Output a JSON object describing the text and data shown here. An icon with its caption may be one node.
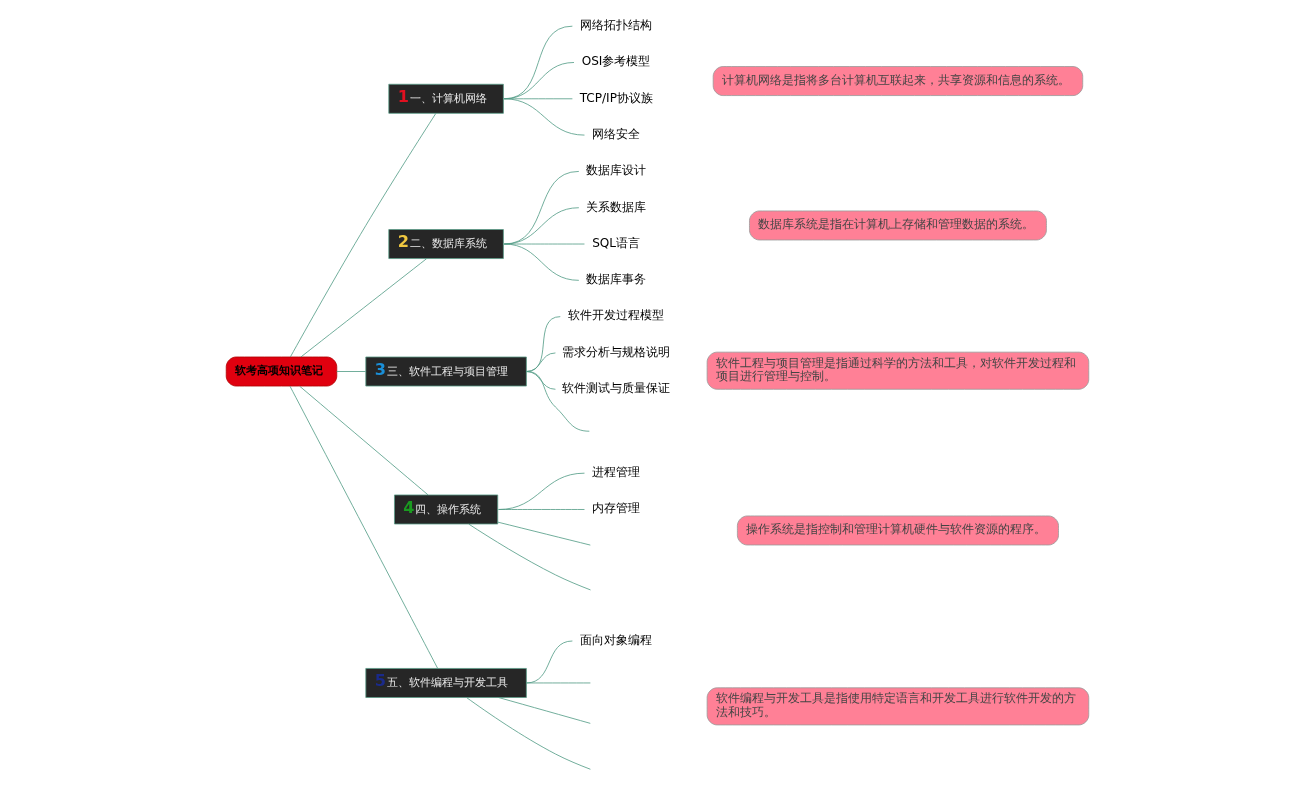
{
  "diagram": {
    "nodes": [
      {
        "text": [
          "软考高项知识笔记"
        ]
      },
      {
        "text": [
          "1",
          "一、计算机网络"
        ]
      },
      {
        "text": [
          "网络拓扑结构"
        ]
      },
      {
        "text": [
          "OSI参考模型"
        ]
      },
      {
        "text": [
          "TCP/IP协议族"
        ]
      },
      {
        "text": [
          "网络安全"
        ]
      },
      {
        "text": [
          "计算机网络是指将多台计算机互联起来，共享资源和信息的系统。"
        ]
      },
      {
        "text": [
          "2",
          "二、数据库系统"
        ]
      },
      {
        "text": [
          "数据库设计"
        ]
      },
      {
        "text": [
          "关系数据库"
        ]
      },
      {
        "text": [
          "SQL语言"
        ]
      },
      {
        "text": [
          "数据库事务"
        ]
      },
      {
        "text": [
          "数据库系统是指在计算机上存储和管理数据的系统。"
        ]
      },
      {
        "text": [
          "3",
          "三、软件工程与项目管理"
        ]
      },
      {
        "text": [
          "软件开发过程模型"
        ]
      },
      {
        "text": [
          "需求分析与规格说明"
        ]
      },
      {
        "text": [
          "软件测试与质量保证"
        ]
      },
      {
        "text": [
          "软件工程与项目管理是指通过科学的方法和工具，对软件开发过程和项目进行管理与控制。"
        ]
      },
      {
        "text": [
          "4",
          "四、操作系统"
        ]
      },
      {
        "text": [
          "进程管理"
        ]
      },
      {
        "text": [
          "内存管理"
        ]
      },
      {
        "text": [
          "操作系统是指控制和管理计算机硬件与软件资源的程序。"
        ]
      },
      {
        "text": [
          "5",
          "五、软件编程与开发工具"
        ]
      },
      {
        "text": [
          "面向对象编程"
        ]
      },
      {
        "text": [
          "软件编程与开发工具是指使用特定语言和开发工具进行软件开发的方法和技巧。"
        ]
      }
    ],
    "edges": [
      {
        "from": 0,
        "to": 1,
        "arrow": "none"
      },
      {
        "from": 0,
        "to": 7,
        "arrow": "none"
      },
      {
        "from": 0,
        "to": 13,
        "arrow": "none"
      },
      {
        "from": 0,
        "to": 18,
        "arrow": "none"
      },
      {
        "from": 0,
        "to": 22,
        "arrow": "none"
      },
      {
        "from": 1,
        "to": 2,
        "arrow": "none"
      },
      {
        "from": 1,
        "to": 3,
        "arrow": "none"
      },
      {
        "from": 1,
        "to": 4,
        "arrow": "none"
      },
      {
        "from": 1,
        "to": 5,
        "arrow": "none"
      },
      {
        "from": 7,
        "to": 8,
        "arrow": "none"
      },
      {
        "from": 7,
        "to": 9,
        "arrow": "none"
      },
      {
        "from": 7,
        "to": 10,
        "arrow": "none"
      },
      {
        "from": 7,
        "to": 11,
        "arrow": "none"
      },
      {
        "from": 13,
        "to": 14,
        "arrow": "none"
      },
      {
        "from": 13,
        "to": 15,
        "arrow": "none"
      },
      {
        "from": 13,
        "to": 16,
        "arrow": "none"
      },
      {
        "from": 13,
        "to": null,
        "arrow": "none"
      },
      {
        "from": 18,
        "to": 19,
        "arrow": "none"
      },
      {
        "from": 18,
        "to": 20,
        "arrow": "none"
      },
      {
        "from": 18,
        "to": null,
        "arrow": "none"
      },
      {
        "from": 18,
        "to": null,
        "arrow": "none"
      },
      {
        "from": 22,
        "to": 23,
        "arrow": "none"
      },
      {
        "from": 22,
        "to": null,
        "arrow": "none"
      },
      {
        "from": 22,
        "to": null,
        "arrow": "none"
      },
      {
        "from": 22,
        "to": null,
        "arrow": "none"
      }
    ]
  }
}
